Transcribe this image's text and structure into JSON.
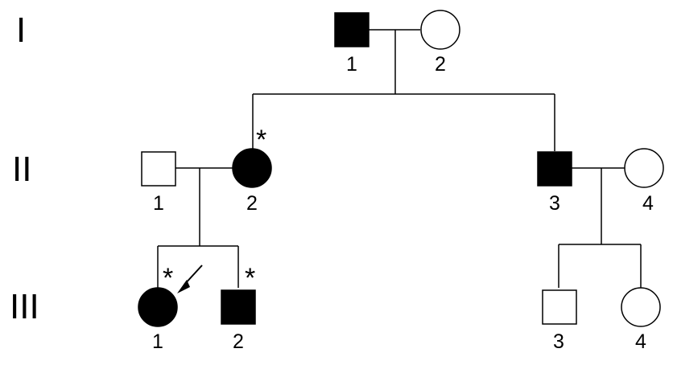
{
  "generations": [
    {
      "id": "I",
      "label": "I"
    },
    {
      "id": "II",
      "label": "II"
    },
    {
      "id": "III",
      "label": "III"
    }
  ],
  "individuals": [
    {
      "id": "I-1",
      "generation": "I",
      "number": "1",
      "sex": "male",
      "affected": true,
      "marked": false,
      "proband": false
    },
    {
      "id": "I-2",
      "generation": "I",
      "number": "2",
      "sex": "female",
      "affected": false,
      "marked": false,
      "proband": false
    },
    {
      "id": "II-1",
      "generation": "II",
      "number": "1",
      "sex": "male",
      "affected": false,
      "marked": false,
      "proband": false
    },
    {
      "id": "II-2",
      "generation": "II",
      "number": "2",
      "sex": "female",
      "affected": true,
      "marked": true,
      "proband": false
    },
    {
      "id": "II-3",
      "generation": "II",
      "number": "3",
      "sex": "male",
      "affected": true,
      "marked": false,
      "proband": false
    },
    {
      "id": "II-4",
      "generation": "II",
      "number": "4",
      "sex": "female",
      "affected": false,
      "marked": false,
      "proband": false
    },
    {
      "id": "III-1",
      "generation": "III",
      "number": "1",
      "sex": "female",
      "affected": true,
      "marked": true,
      "proband": true
    },
    {
      "id": "III-2",
      "generation": "III",
      "number": "2",
      "sex": "male",
      "affected": true,
      "marked": true,
      "proband": false
    },
    {
      "id": "III-3",
      "generation": "III",
      "number": "3",
      "sex": "male",
      "affected": false,
      "marked": false,
      "proband": false
    },
    {
      "id": "III-4",
      "generation": "III",
      "number": "4",
      "sex": "female",
      "affected": false,
      "marked": false,
      "proband": false
    }
  ],
  "marker_symbol": "*",
  "colors": {
    "affected": "#000000",
    "unaffected": "#ffffff",
    "line": "#000000"
  }
}
